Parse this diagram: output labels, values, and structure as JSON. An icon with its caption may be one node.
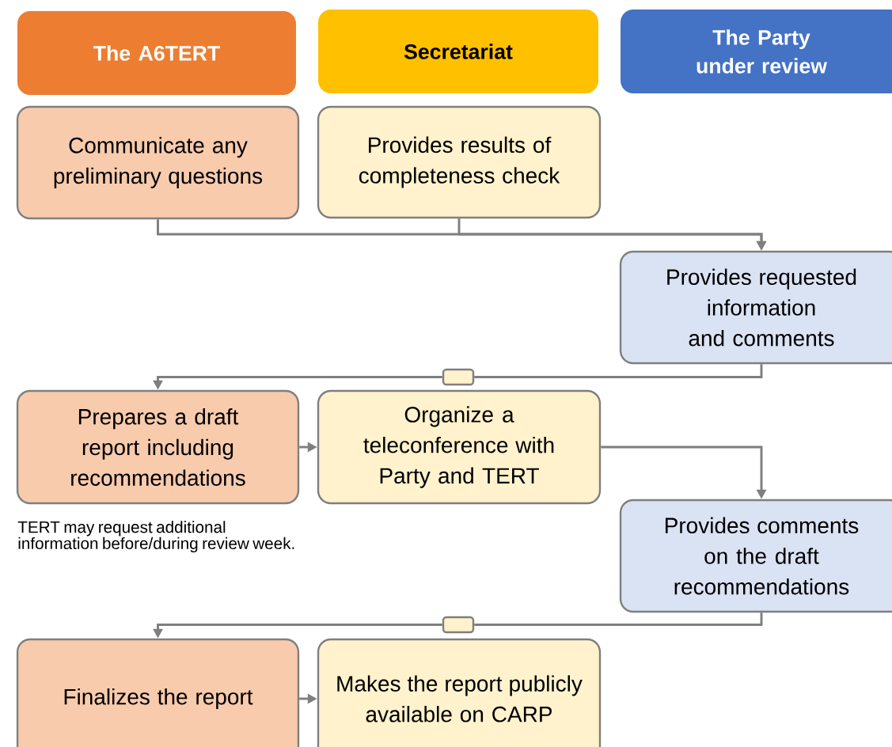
{
  "diagram": {
    "nodes": [
      {
        "text": [
          "The A6TERT"
        ]
      },
      {
        "text": [
          "Secretariat"
        ]
      },
      {
        "text": [
          "The Party under review"
        ]
      },
      {
        "text": [
          "Communicate any preliminary questions"
        ]
      },
      {
        "text": [
          "Provides results of completeness check"
        ]
      },
      {
        "text": [
          "Provides requested information and comments"
        ]
      },
      {
        "text": [],
        "shape": "box"
      },
      {
        "text": [
          "Prepares a draft report including recommendations"
        ],
        "beside": [
          "TERT may request additional information before/during review week."
        ]
      },
      {
        "text": [
          "Organize a teleconference with Party and TERT"
        ]
      },
      {
        "text": [
          "Provides comments on the draft recommendations"
        ]
      },
      {
        "text": [],
        "shape": "box"
      },
      {
        "text": [
          "Finalizes the report"
        ]
      },
      {
        "text": [
          "Makes the report publicly available on CARP"
        ]
      }
    ],
    "edges": [
      {
        "from": 3,
        "to": 5,
        "arrow": "to"
      },
      {
        "from": 4,
        "to": 5,
        "arrow": "to"
      },
      {
        "from": 5,
        "to": 6,
        "arrow": "none"
      },
      {
        "from": 6,
        "to": 7,
        "arrow": "to"
      },
      {
        "from": 7,
        "to": 8,
        "arrow": "to"
      },
      {
        "from": 8,
        "to": 9,
        "arrow": "to"
      },
      {
        "from": 9,
        "to": 10,
        "arrow": "none"
      },
      {
        "from": 10,
        "to": 11,
        "arrow": "to"
      },
      {
        "from": 11,
        "to": 12,
        "arrow": "to"
      }
    ]
  }
}
